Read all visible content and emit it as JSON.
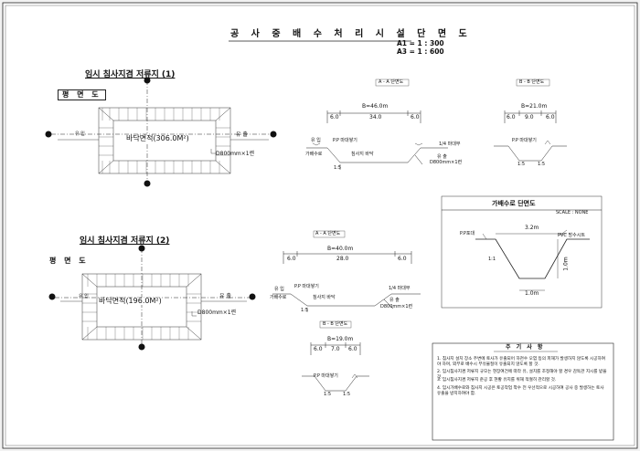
{
  "drawing": {
    "title": "공 사 중 배 수 처 리 시 설 단 면 도",
    "scale_a1": "A1 = 1 :    300",
    "scale_a3": "A3 = 1 :    600"
  },
  "pond1": {
    "title": "임시 침사지겸 저류지 (1)",
    "plan_label": "평 면 도",
    "inflow": "유 입",
    "outflow": "유 출",
    "area": "바닥면적(306.0M²)",
    "pipe": "D800mm×1련",
    "section_aa": {
      "title": "A - A 단면도",
      "width_total": "B=46.0m",
      "w1": "6.0",
      "w2": "34.0",
      "w3": "6.0",
      "inflow": "유 입",
      "pp_label": "P.P 마대쌓기",
      "channel": "가배수로",
      "bottom": "침사지 바닥",
      "mat": "1/4 마대부",
      "outflow": "유 출",
      "pipe": "D800mm×1련",
      "slope": "1:5"
    },
    "section_bb": {
      "title": "B - B 단면도",
      "width_total": "B=21.0m",
      "w1": "6.0",
      "w2": "9.0",
      "w3": "6.0",
      "pp_label": "P.P 마대쌓기",
      "slope_l": "1:5",
      "slope_r": "1:5"
    }
  },
  "pond2": {
    "title": "임시 침사지겸 저류지 (2)",
    "plan_label": "평 면 도",
    "inflow": "유 입",
    "outflow": "유 출",
    "area": "바닥면적(196.0M²)",
    "pipe": "D800mm×1련",
    "section_aa": {
      "title": "A - A 단면도",
      "width_total": "B=40.0m",
      "w1": "6.0",
      "w2": "28.0",
      "w3": "6.0",
      "inflow": "유 입",
      "pp_label": "P.P 마대쌓기",
      "channel": "가배수로",
      "bottom": "침사지 바닥",
      "mat": "1/4 마대부",
      "outflow": "유 출",
      "pipe": "D800mm×1련",
      "slope": "1:5"
    },
    "section_bb": {
      "title": "B - B 단면도",
      "width_total": "B=19.0m",
      "w1": "6.0",
      "w2": "7.0",
      "w3": "6.0",
      "pp_label": "P.P 마대쌓기",
      "slope_l": "1:5",
      "slope_r": "1:5"
    }
  },
  "channel_section": {
    "title": "가배수로 단면도",
    "scale": "SCALE : NONE",
    "top_width": "3.2m",
    "bottom_width": "1.0m",
    "depth": "1.0m",
    "left_label": "P.P포대",
    "right_label": "PVC 방수시트",
    "slope": "1:1"
  },
  "notes": {
    "title": "주 기 사 항",
    "items": [
      "1. 침사지 설치 장소 주변에 토사가 유출되어 하천수 오염 등의 피해가 발생하지 않도록 시공하여야 하며, 외부로 배수시 부유물질이 유출되지 않도록 할 것.",
      "2. 임시침사지겸 저류지 규모는 현장여건에 따라 유, 설치를 조정해야 할 경우 감독관 지시를 받을 것.",
      "3. 임시침사지겸 저류지 준공 후 현황 유지를 위해 적절히 관리할 것.",
      "4. 임시가배수로와 침사지 시공은 토공작업 착수 전 우선적으로 시공하여 공사 중 발생하는 토사 유출을 방지하여야 함."
    ]
  }
}
